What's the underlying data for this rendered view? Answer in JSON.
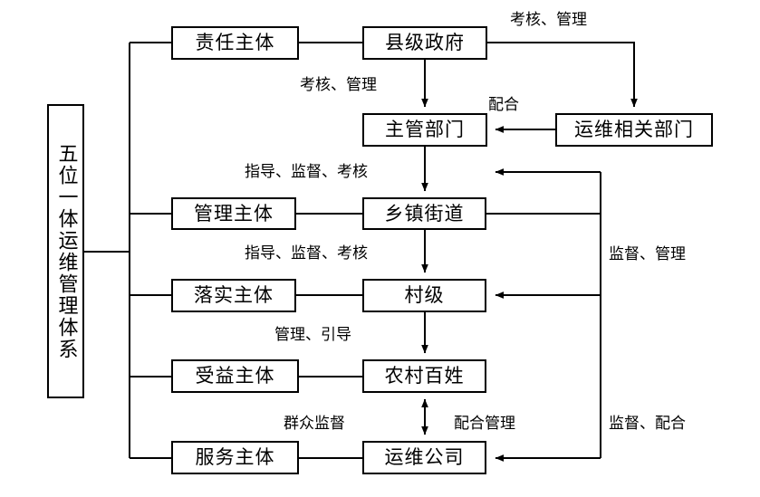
{
  "diagram": {
    "title": "五位一体运维管理体系",
    "type": "org-flow-diagram",
    "background_color": "#ffffff",
    "line_color": "#000000",
    "text_color": "#000000"
  },
  "spine_node": {
    "label": "五位一体运维管理体系"
  },
  "role_nodes": [
    {
      "id": "role-responsibility",
      "label": "责任主体"
    },
    {
      "id": "role-management",
      "label": "管理主体"
    },
    {
      "id": "role-implementation",
      "label": "落实主体"
    },
    {
      "id": "role-beneficiary",
      "label": "受益主体"
    },
    {
      "id": "role-service",
      "label": "服务主体"
    }
  ],
  "entity_nodes": [
    {
      "id": "entity-county",
      "label": "县级政府"
    },
    {
      "id": "entity-department",
      "label": "主管部门"
    },
    {
      "id": "entity-township",
      "label": "乡镇街道"
    },
    {
      "id": "entity-village",
      "label": "村级"
    },
    {
      "id": "entity-villagers",
      "label": "农村百姓"
    },
    {
      "id": "entity-company",
      "label": "运维公司"
    },
    {
      "id": "entity-related-dept",
      "label": "运维相关部门"
    }
  ],
  "edge_labels": [
    {
      "id": "label-county-to-related",
      "text": "考核、管理"
    },
    {
      "id": "label-county-to-dept",
      "text": "考核、管理"
    },
    {
      "id": "label-related-to-dept",
      "text": "配合"
    },
    {
      "id": "label-dept-to-township",
      "text": "指导、监督、考核"
    },
    {
      "id": "label-township-to-village",
      "text": "指导、监督、考核"
    },
    {
      "id": "label-village-to-villagers",
      "text": "管理、引导"
    },
    {
      "id": "label-public-supervision",
      "text": "群众监督"
    },
    {
      "id": "label-cooperate-manage",
      "text": "配合管理"
    },
    {
      "id": "label-supervise-manage",
      "text": "监督、管理"
    },
    {
      "id": "label-supervise-cooperate",
      "text": "监督、配合"
    }
  ]
}
